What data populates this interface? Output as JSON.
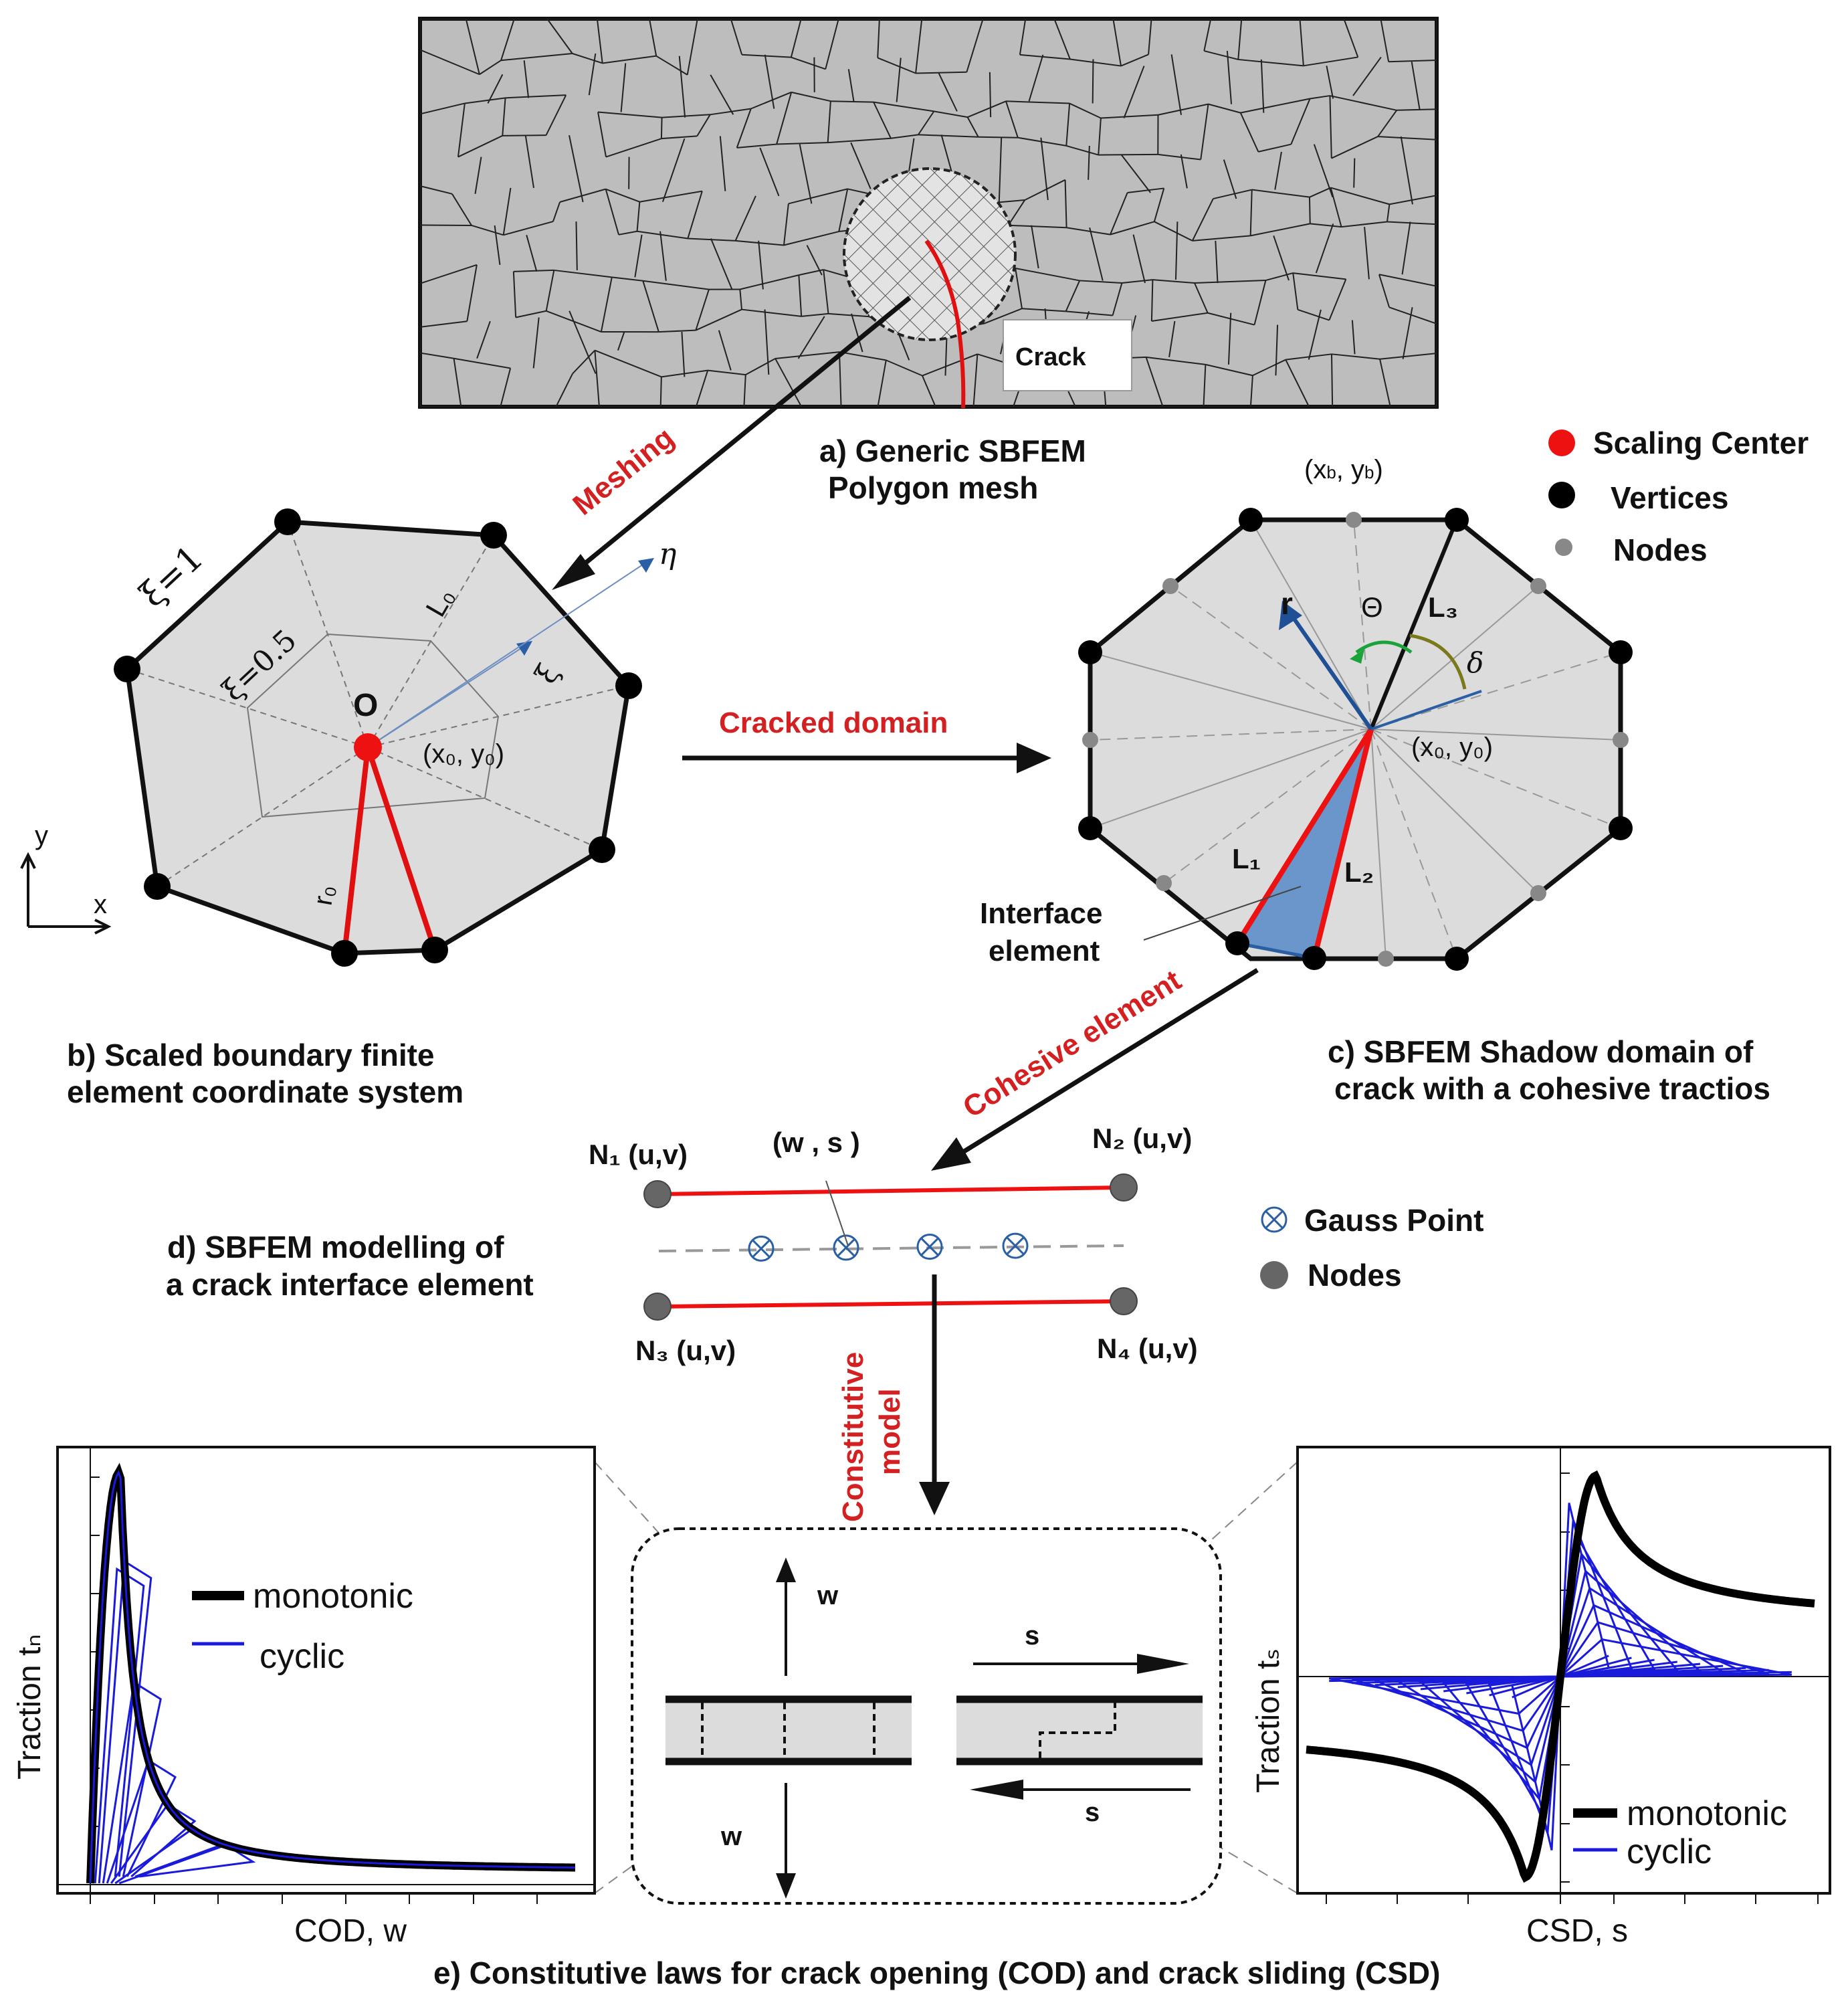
{
  "panel_a": {
    "caption_1": "a)  Generic SBFEM",
    "caption_2": "Polygon mesh",
    "crack_label": "Crack"
  },
  "arrows": {
    "meshing": "Meshing",
    "cracked_domain": "Cracked domain",
    "cohesive_element": "Cohesive element",
    "constitutive_1": "Constitutive",
    "constitutive_2": "model"
  },
  "panel_b": {
    "xi_outer": "ξ=1",
    "xi_inner": "ξ=0.5",
    "l0": "L₀",
    "xi_axis": "ξ",
    "eta_axis": "η",
    "origin": "O",
    "scaling_coords": "(x₀, y₀)",
    "r0": "r₀",
    "axis_y": "y",
    "axis_x": "x",
    "caption_1": "b)  Scaled boundary finite",
    "caption_2": "element coordinate system"
  },
  "legend_c": {
    "scaling_center": "Scaling Center",
    "vertices": "Vertices",
    "nodes": "Nodes",
    "colors": {
      "scaling_center": "#ee1111",
      "vertices": "#000000",
      "nodes": "#888888"
    }
  },
  "panel_c": {
    "boundary_coords": "(xb, yb)",
    "r": "r",
    "theta": "Θ",
    "l3": "L₃",
    "delta": "δ",
    "center_coords": "(x₀, y₀)",
    "l1": "L₁",
    "l2": "L₂",
    "interface_1": "Interface",
    "interface_2": "element",
    "caption_1": "c)  SBFEM Shadow domain of",
    "caption_2": "crack with a cohesive tractios"
  },
  "panel_d": {
    "n1": "N₁ (u,v)",
    "n2": "N₂ (u,v)",
    "n3": "N₃ (u,v)",
    "n4": "N₄ (u,v)",
    "ws": "(w , s )",
    "caption_1": "d)  SBFEM modelling of",
    "caption_2": "a crack interface element",
    "legend_gauss": "Gauss Point",
    "legend_nodes": "Nodes"
  },
  "panel_e": {
    "left_ylabel": "Traction tₙ",
    "left_xlabel": "COD, w",
    "right_ylabel": "Traction tₛ",
    "right_xlabel": "CSD, s",
    "legend_monotonic": "monotonic",
    "legend_cyclic": "cyclic",
    "mode_w": "w",
    "mode_s": "s",
    "caption": "e)  Constitutive laws for crack opening (COD) and crack sliding (CSD)",
    "colors": {
      "monotonic": "#000000",
      "cyclic": "#1a1adb",
      "accent": "#d42020"
    }
  }
}
